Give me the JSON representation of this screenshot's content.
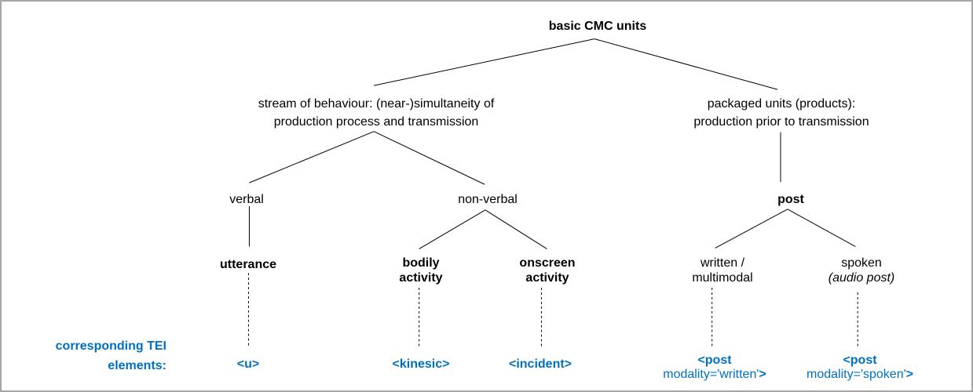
{
  "colors": {
    "accent": "#0070C0",
    "border": "#A6A6A6",
    "line": "#000000"
  },
  "diagram": {
    "root": "basic CMC units",
    "stream_node_line1": "stream of behaviour: (near-)simultaneity of",
    "stream_node_line2": "production process and transmission",
    "packaged_node_line1": "packaged units (products):",
    "packaged_node_line2": "production prior to transmission",
    "verbal": "verbal",
    "nonverbal": "non-verbal",
    "utterance": "utterance",
    "bodily_line1": "bodily",
    "bodily_line2": "activity",
    "onscreen_line1": "onscreen",
    "onscreen_line2": "activity",
    "post": "post",
    "written_line1": "written /",
    "written_line2": "multimodal",
    "spoken_line1": "spoken",
    "spoken_paren_open": "(",
    "spoken_italic": "audio post",
    "spoken_paren_close": ")",
    "tei_label_line1": "corresponding TEI",
    "tei_label_line2": "elements:",
    "tei_u": "<u>",
    "tei_kinesic": "<kinesic>",
    "tei_incident": "<incident>",
    "tei_post_written_open": "<post",
    "tei_post_written_attr": "modality='written'",
    "tei_post_written_close": ">",
    "tei_post_spoken_open": "<post",
    "tei_post_spoken_attr": "modality='spoken'",
    "tei_post_spoken_close": ">"
  }
}
